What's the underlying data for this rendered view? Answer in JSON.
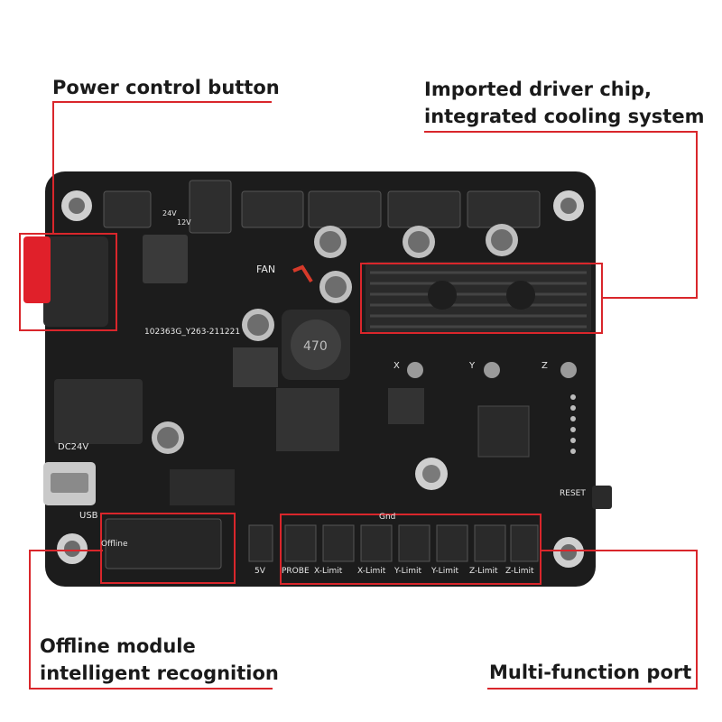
{
  "callouts": {
    "power": "Power control button",
    "driver_line1": "Imported driver chip,",
    "driver_line2": "integrated cooling system",
    "offline_line1": "Offline module",
    "offline_line2": "intelligent recognition",
    "multi": "Multi-function port"
  },
  "board_labels": {
    "fan": "FAN",
    "serial": "102363G_Y263-211221",
    "inductor": "470",
    "dc": "DC24V",
    "usb": "USB",
    "offline": "Offline",
    "reset": "RESET",
    "v5": "5V",
    "probe": "PROBE",
    "x_limit": "X-Limit",
    "x_limit2": "X-Limit",
    "y_limit": "Y-Limit",
    "y_limit2": "Y-Limit",
    "z_limit": "Z-Limit",
    "z_limit2": "Z-Limit",
    "gnd": "Gnd",
    "axis_x": "X",
    "axis_y": "Y",
    "axis_z": "Z",
    "v24": "24V",
    "v12": "12V"
  },
  "colors": {
    "accent": "#d9262b",
    "pcb": "#1c1c1c",
    "heatsink": "#2a2a2a"
  }
}
